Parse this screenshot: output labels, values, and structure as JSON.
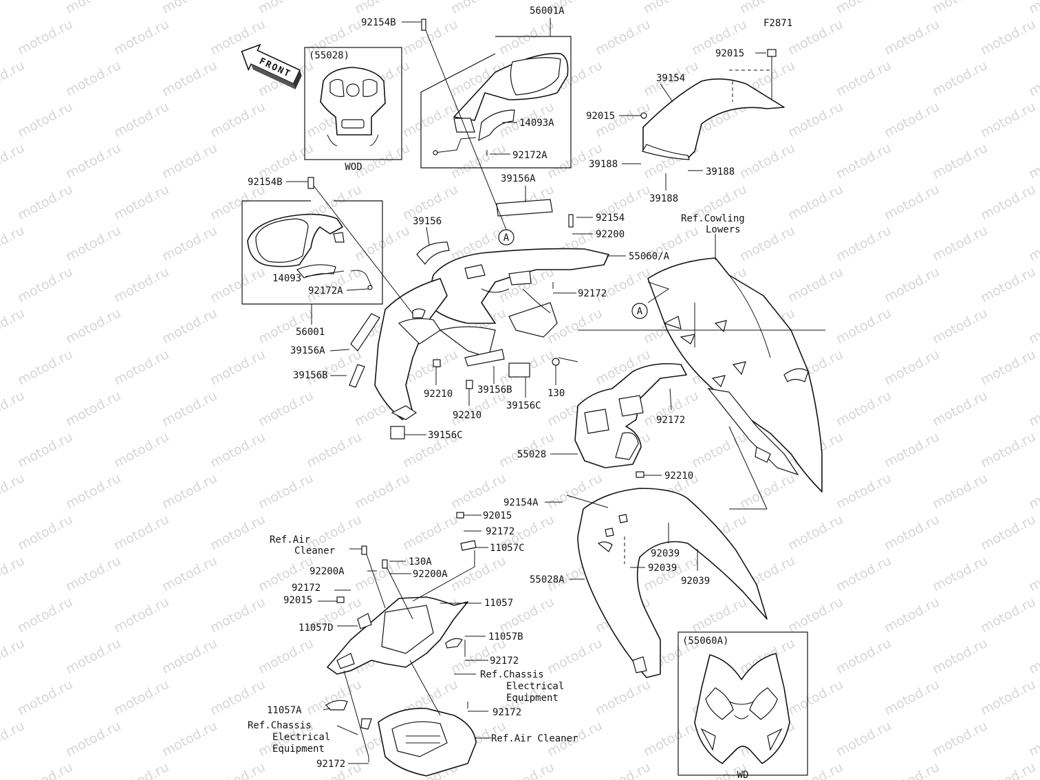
{
  "figure_code": "F2871",
  "watermark": "motod.ru",
  "front_arrow": {
    "label": "FRONT"
  },
  "reference_markers": [
    {
      "letter": "A"
    },
    {
      "letter": "A"
    }
  ],
  "insets": {
    "wod": {
      "code": "(55028)",
      "caption": "WOD"
    },
    "wd": {
      "code": "(55060A)",
      "caption": "WD"
    }
  },
  "parts": {
    "p_92154B_top": "92154B",
    "p_56001A": "56001A",
    "p_14093A": "14093A",
    "p_92172A_top": "92172A",
    "p_92015_top": "92015",
    "p_39154": "39154",
    "p_92015_mid": "92015",
    "p_39188_l": "39188",
    "p_39188_r": "39188",
    "p_39188_b": "39188",
    "p_92154B_left": "92154B",
    "p_39156A_top": "39156A",
    "p_39156": "39156",
    "p_92154": "92154",
    "p_92200": "92200",
    "p_55060A": "55060/A",
    "p_ref_cowling_1": "Ref.Cowling",
    "p_ref_cowling_2": "Lowers",
    "p_14093": "14093",
    "p_92172A_left": "92172A",
    "p_92172_mid": "92172",
    "p_56001": "56001",
    "p_39156A_left": "39156A",
    "p_39156B_left": "39156B",
    "p_92210_a": "92210",
    "p_39156B_mid": "39156B",
    "p_130": "130",
    "p_92210_b": "92210",
    "p_39156C_a": "39156C",
    "p_39156C_b": "39156C",
    "p_92172_right": "92172",
    "p_55028": "55028",
    "p_92210_c": "92210",
    "p_92154A": "92154A",
    "p_92015_low": "92015",
    "p_92172_low": "92172",
    "p_11057C": "11057C",
    "p_ref_air_1": "Ref.Air",
    "p_ref_air_2": "Cleaner",
    "p_130A": "130A",
    "p_92200A_l": "92200A",
    "p_92200A_r": "92200A",
    "p_92039_a": "92039",
    "p_92039_b": "92039",
    "p_92039_c": "92039",
    "p_55028A": "55028A",
    "p_92172_l2": "92172",
    "p_92015_l2": "92015",
    "p_11057": "11057",
    "p_11057D": "11057D",
    "p_11057B": "11057B",
    "p_92172_l3": "92172",
    "p_ref_chassis_1": "Ref.Chassis",
    "p_ref_chassis_2": "Electrical",
    "p_ref_chassis_3": "Equipment",
    "p_11057A": "11057A",
    "p_92172_l4": "92172",
    "p_ref_chassis_b1": "Ref.Chassis",
    "p_ref_chassis_b2": "Electrical",
    "p_ref_chassis_b3": "Equipment",
    "p_ref_air_cleaner": "Ref.Air Cleaner",
    "p_92172_bottom": "92172"
  }
}
